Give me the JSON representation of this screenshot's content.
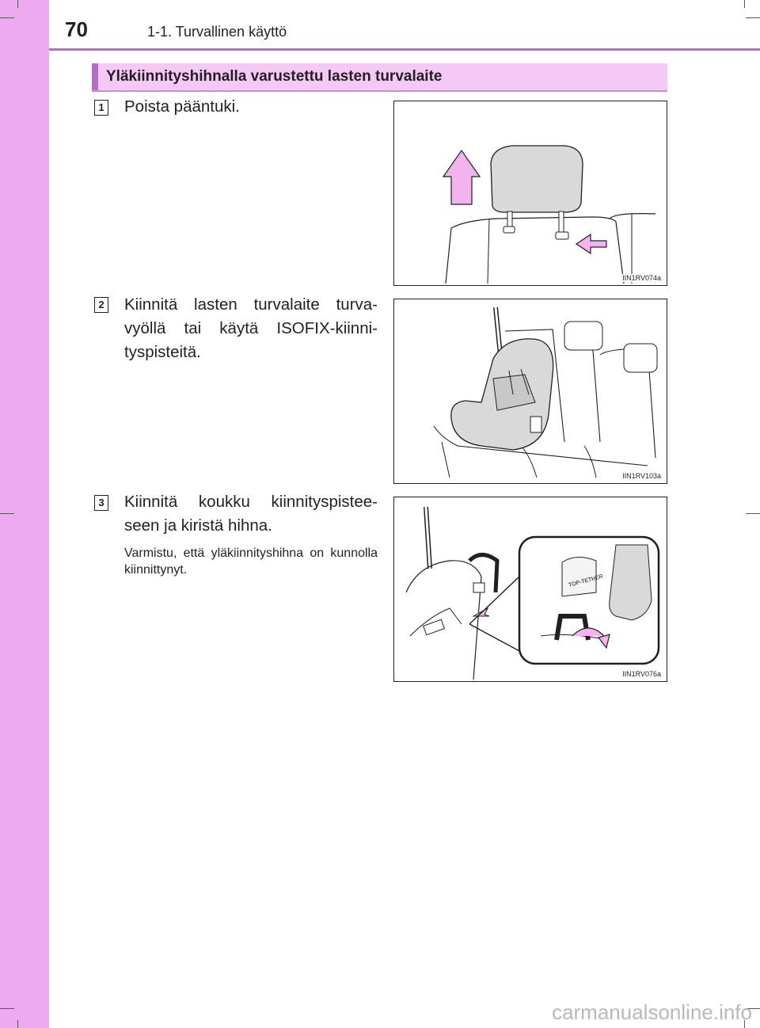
{
  "header": {
    "page_number": "70",
    "section": "1-1. Turvallinen käyttö"
  },
  "banner": {
    "title": "Yläkiinnityshihnalla varustettu lasten turvalaite"
  },
  "steps": [
    {
      "number": "1",
      "text": "Poista pääntuki.",
      "figure_code": "IIN1RV074a"
    },
    {
      "number": "2",
      "text": "Kiinnitä lasten turvalaite turva-vyöllä tai käytä ISOFIX-kiinni-tyspisteitä.",
      "figure_code": "IIN1RV103a"
    },
    {
      "number": "3",
      "text": "Kiinnitä koukku kiinnityspistee-seen ja kiristä hihna.",
      "figure_code": "IIN1RV076a"
    }
  ],
  "note": "Varmistu, että yläkiinnityshihna on kunnolla kiinnittynyt.",
  "figure3_label": "TOP-TETHER",
  "watermark": "carmanualsonline.info",
  "colors": {
    "sidebar": "#edaaf0",
    "rule": "#b46fc4",
    "banner_bg": "#f5c9f5",
    "arrow_pink": "#f2b3ef"
  }
}
